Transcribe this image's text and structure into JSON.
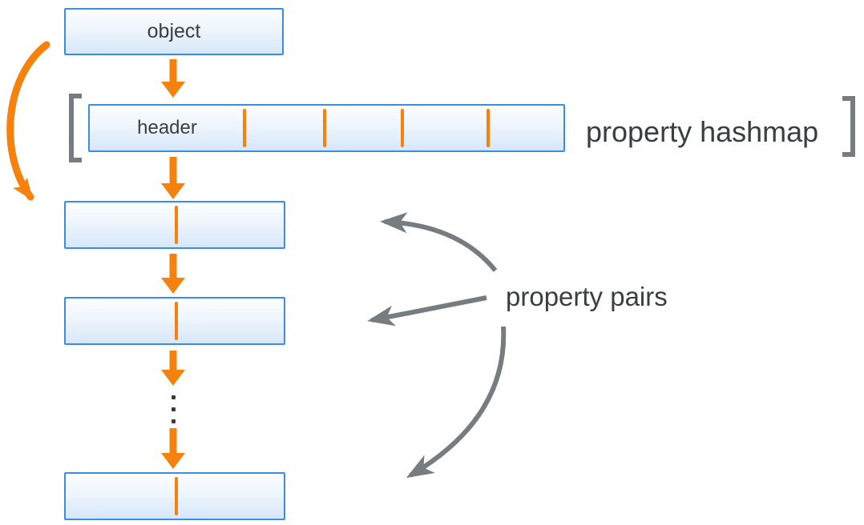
{
  "diagram": {
    "object_node": {
      "label": "object"
    },
    "header_node": {
      "label": "header",
      "slot_dividers": 4,
      "slots": 5
    },
    "hashmap_label": "property hashmap",
    "pairs_label": "property pairs",
    "pair_boxes_shown": 3,
    "ellipsis_dots": 3
  },
  "colors": {
    "accent_orange": "#F5820D",
    "node_border": "#3A8DE3",
    "node_fill_top": "#FCFDFF",
    "node_fill_bottom": "#D7E7F9",
    "connector_gray": "#767C80",
    "text_dark": "#3B3E41"
  }
}
